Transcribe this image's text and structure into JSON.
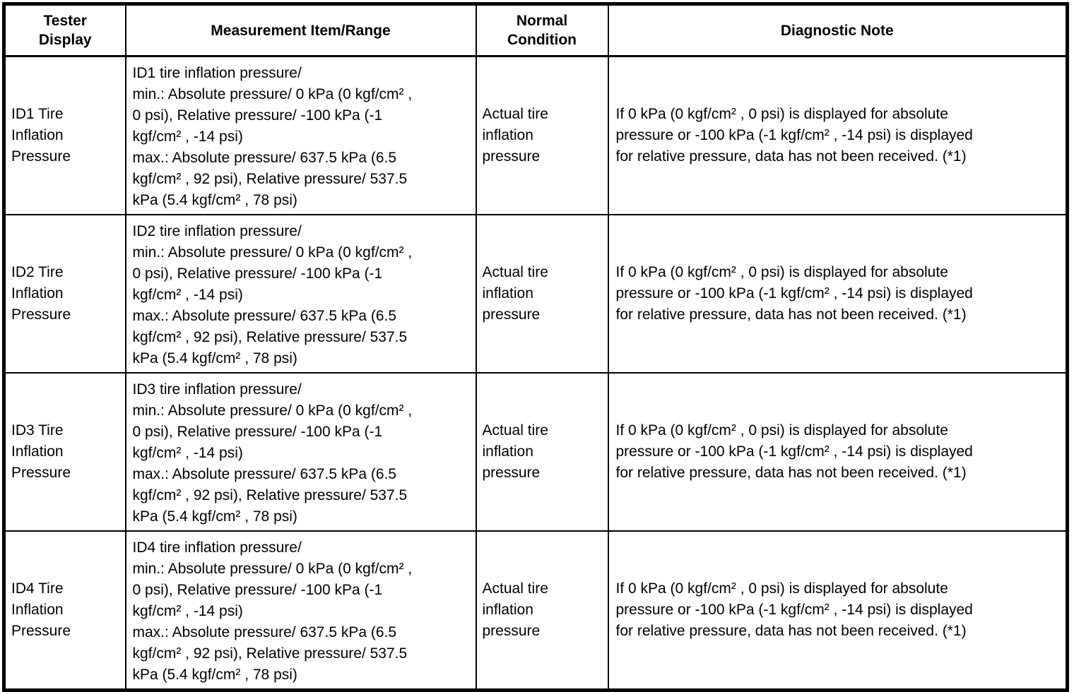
{
  "colors": {
    "background": "#ffffff",
    "border": "#000000",
    "text": "#000000"
  },
  "table": {
    "headers": {
      "tester_display": "Tester\nDisplay",
      "measurement": "Measurement Item/Range",
      "normal_condition": "Normal\nCondition",
      "diagnostic_note": "Diagnostic Note"
    },
    "rows": [
      {
        "tester_display": "ID1 Tire\nInflation\nPressure",
        "measurement": "ID1 tire inflation pressure/\nmin.: Absolute pressure/ 0 kPa (0 kgf/cm² ,\n0 psi), Relative pressure/ -100 kPa (-1\nkgf/cm² , -14 psi)\nmax.: Absolute pressure/ 637.5 kPa (6.5\nkgf/cm² , 92 psi), Relative pressure/ 537.5\nkPa (5.4 kgf/cm² , 78 psi)",
        "normal_condition": "Actual tire\ninflation\npressure",
        "diagnostic_note": "If 0 kPa (0 kgf/cm² , 0 psi) is displayed for absolute\npressure or -100 kPa (-1 kgf/cm² , -14 psi) is displayed\nfor relative pressure, data has not been received. (*1)"
      },
      {
        "tester_display": "ID2 Tire\nInflation\nPressure",
        "measurement": "ID2 tire inflation pressure/\nmin.: Absolute pressure/ 0 kPa (0 kgf/cm² ,\n0 psi), Relative pressure/ -100 kPa (-1\nkgf/cm² , -14 psi)\nmax.: Absolute pressure/ 637.5 kPa (6.5\nkgf/cm² , 92 psi), Relative pressure/ 537.5\nkPa (5.4 kgf/cm² , 78 psi)",
        "normal_condition": "Actual tire\ninflation\npressure",
        "diagnostic_note": "If 0 kPa (0 kgf/cm² , 0 psi) is displayed for absolute\npressure or -100 kPa (-1 kgf/cm² , -14 psi) is displayed\nfor relative pressure, data has not been received. (*1)"
      },
      {
        "tester_display": "ID3 Tire\nInflation\nPressure",
        "measurement": "ID3 tire inflation pressure/\nmin.: Absolute pressure/ 0 kPa (0 kgf/cm² ,\n0 psi), Relative pressure/ -100 kPa (-1\nkgf/cm² , -14 psi)\nmax.: Absolute pressure/ 637.5 kPa (6.5\nkgf/cm² , 92 psi), Relative pressure/ 537.5\nkPa (5.4 kgf/cm² , 78 psi)",
        "normal_condition": "Actual tire\ninflation\npressure",
        "diagnostic_note": "If 0 kPa (0 kgf/cm² , 0 psi) is displayed for absolute\npressure or -100 kPa (-1 kgf/cm² , -14 psi) is displayed\nfor relative pressure, data has not been received. (*1)"
      },
      {
        "tester_display": "ID4 Tire\nInflation\nPressure",
        "measurement": "ID4 tire inflation pressure/\nmin.: Absolute pressure/ 0 kPa (0 kgf/cm² ,\n0 psi), Relative pressure/ -100 kPa (-1\nkgf/cm² , -14 psi)\nmax.: Absolute pressure/ 637.5 kPa (6.5\nkgf/cm² , 92 psi), Relative pressure/ 537.5\nkPa (5.4 kgf/cm² , 78 psi)",
        "normal_condition": "Actual tire\ninflation\npressure",
        "diagnostic_note": "If 0 kPa (0 kgf/cm² , 0 psi) is displayed for absolute\npressure or -100 kPa (-1 kgf/cm² , -14 psi) is displayed\nfor relative pressure, data has not been received. (*1)"
      }
    ]
  }
}
